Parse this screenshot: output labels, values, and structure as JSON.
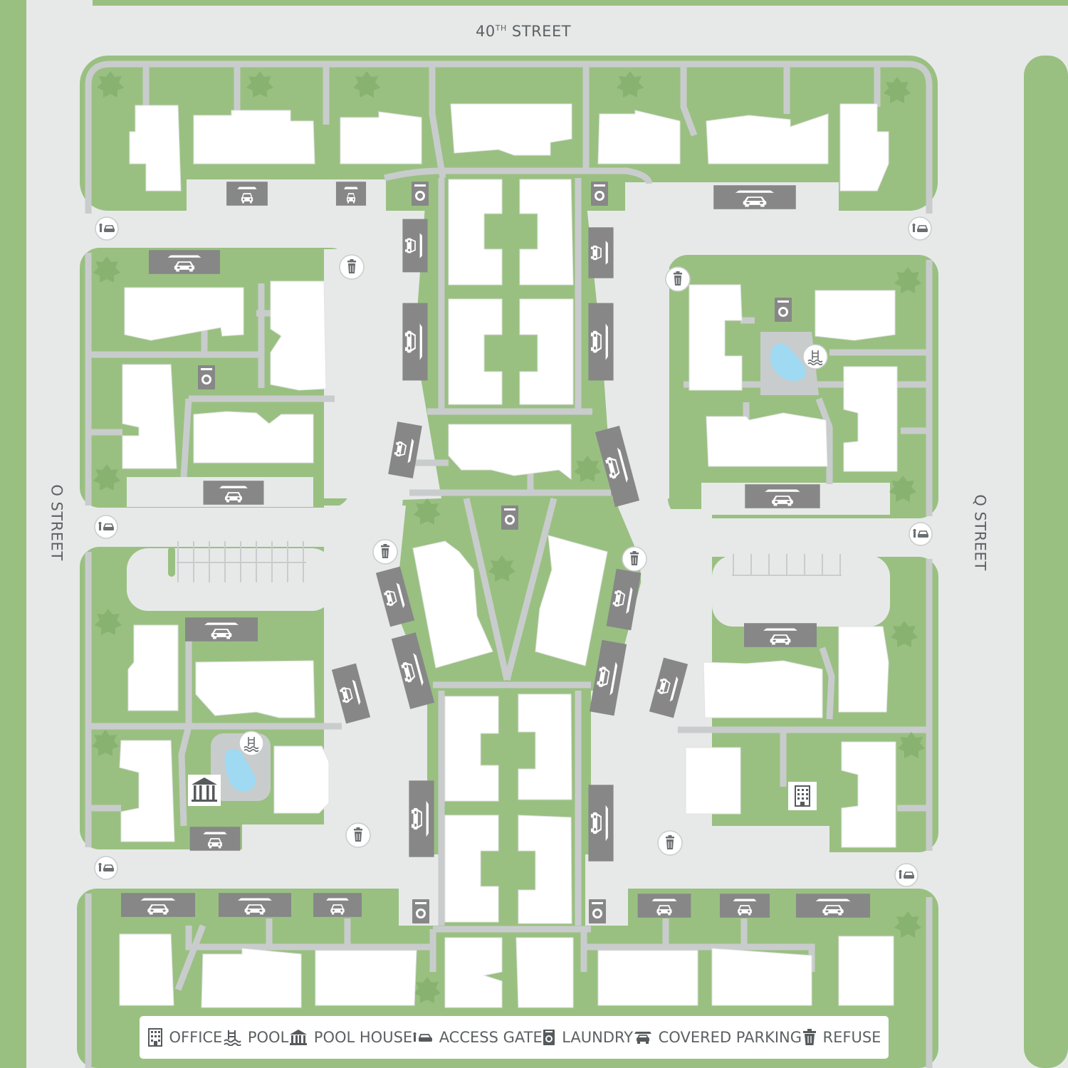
{
  "streets": {
    "north_number": "40",
    "north_suffix": "TH",
    "north_word": "STREET",
    "west": "O STREET",
    "east": "Q STREET"
  },
  "legend": {
    "office": "OFFICE",
    "pool": "POOL",
    "pool_house": "POOL HOUSE",
    "access_gate": "ACCESS GATE",
    "laundry": "LAUNDRY",
    "covered_parking": "COVERED PARKING",
    "refuse": "REFUSE"
  },
  "colors": {
    "grass": "#99c081",
    "road": "#e7e9e9",
    "sidewalk": "#c9cccc",
    "building": "#ffffff",
    "parking_cover": "#878787",
    "text": "#5c6163",
    "pool_water": "#9fd9f2"
  }
}
